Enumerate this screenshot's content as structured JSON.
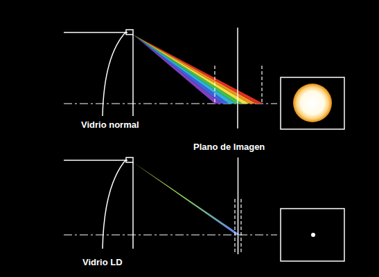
{
  "diagram": {
    "labels": [
      "Vidrio normal",
      "Plano de Imagen",
      "Vidrio LD"
    ]
  }
}
